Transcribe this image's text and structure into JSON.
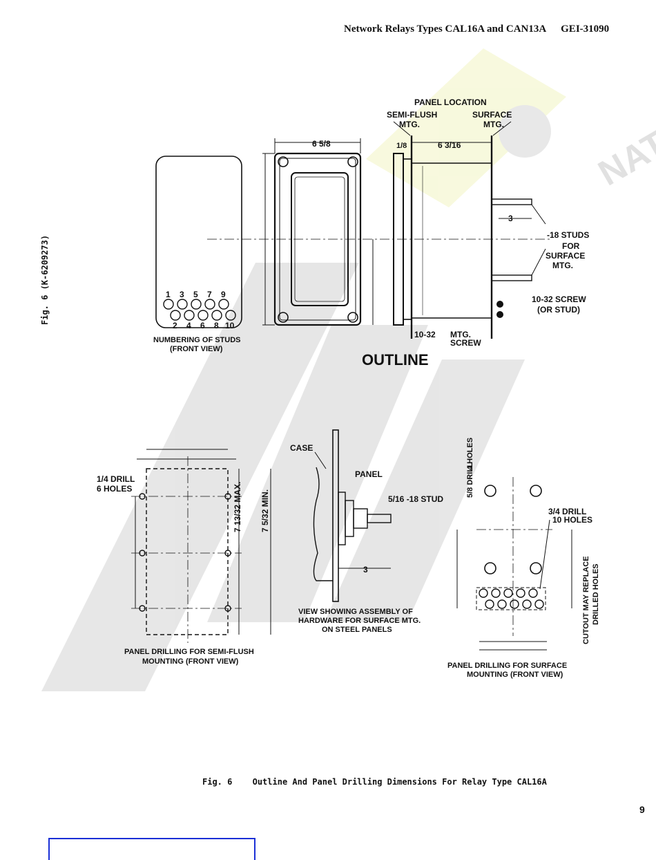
{
  "header": {
    "title": "Network Relays Types CAL16A and CAN13A",
    "doc_number": "GEI-31090"
  },
  "side_caption": "Fig. 6 (K-6209273)",
  "watermark": "NATIONAL SWITCHGEAR",
  "outline": {
    "title": "OUTLINE",
    "panel_location": "PANEL LOCATION",
    "semi_flush": "SEMI-FLUSH",
    "semi_flush_mtg": "MTG.",
    "surface": "SURFACE",
    "surface_mtg": "MTG.",
    "studs_caption_1": "NUMBERING OF STUDS",
    "studs_caption_2": "(FRONT VIEW)",
    "studs_top": [
      "1",
      "3",
      "5",
      "7",
      "9"
    ],
    "studs_bottom": [
      "2",
      "4",
      "6",
      "8",
      "10"
    ],
    "stud_note_1": "-18 STUDS",
    "stud_note_2": "FOR",
    "stud_note_3": "SURFACE",
    "stud_note_4": "MTG.",
    "screw_note_1": "10-32 SCREW",
    "screw_note_2": "(OR STUD)",
    "mtg_screw_1": "10-32",
    "mtg_screw_2": "MTG.",
    "mtg_screw_3": "SCREW",
    "dim_width": "6 5/8",
    "dim_depth": "6 3/16",
    "dim_flange": "1/8",
    "dim_three": "3"
  },
  "semi_flush_drilling": {
    "caption_1": "PANEL DRILLING FOR SEMI-FLUSH",
    "caption_2": "MOUNTING (FRONT VIEW)",
    "drill": "1/4 DRILL",
    "holes": "6 HOLES",
    "max_label": "7 13/32 MAX.",
    "min_label": "7 5/32 MIN."
  },
  "assembly_view": {
    "case": "CASE",
    "panel": "PANEL",
    "stud": "5/16 -18 STUD",
    "dim": "3",
    "caption_1": "VIEW SHOWING ASSEMBLY OF",
    "caption_2": "HARDWARE FOR SURFACE MTG.",
    "caption_3": "ON STEEL PANELS"
  },
  "surface_drilling": {
    "caption_1": "PANEL DRILLING FOR SURFACE",
    "caption_2": "MOUNTING (FRONT VIEW)",
    "drill_4": "5/8 DRILL",
    "holes_4": "4 HOLES",
    "drill_10": "3/4 DRILL",
    "holes_10": "10 HOLES",
    "cutout_1": "CUTOUT MAY REPLACE",
    "cutout_2": "DRILLED HOLES"
  },
  "caption": {
    "fig": "Fig. 6",
    "text": "Outline And Panel Drilling Dimensions For Relay Type CAL16A"
  },
  "page_number": "9"
}
